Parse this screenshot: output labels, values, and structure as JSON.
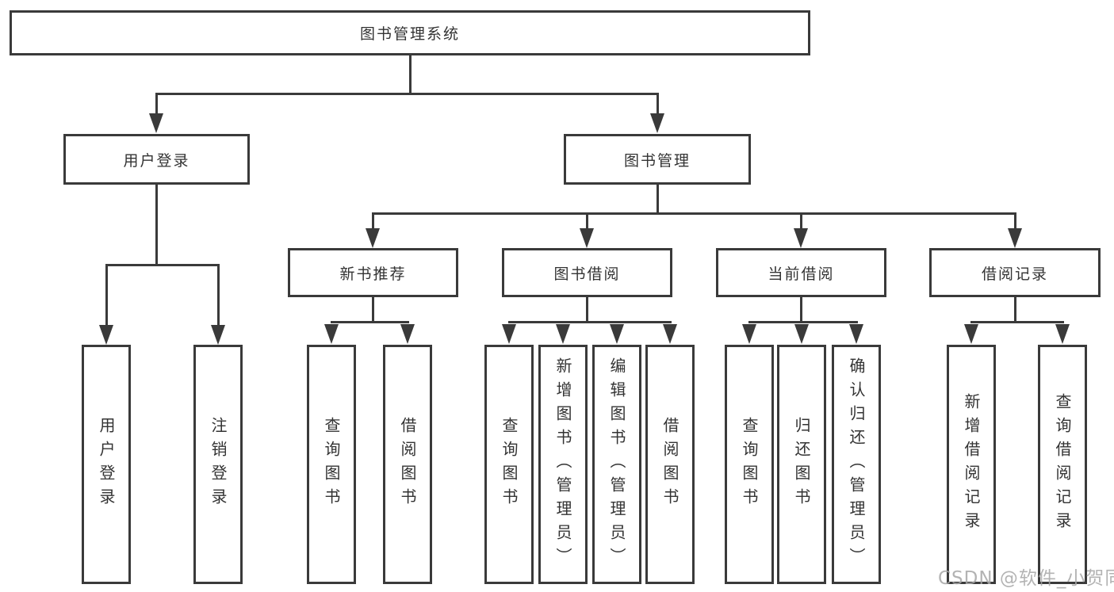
{
  "diagram_title": "图书管理系统",
  "watermark": {
    "text": "CSDN @软件_小贺同学"
  },
  "colors": {
    "line": "#3a3a3a",
    "text": "#333333",
    "background": "#ffffff",
    "watermark": "#a6a6a6"
  },
  "tree": {
    "label": "图书管理系统",
    "children": [
      {
        "label": "用户登录",
        "children": [
          {
            "label": "用户登录"
          },
          {
            "label": "注销登录"
          }
        ]
      },
      {
        "label": "图书管理",
        "children": [
          {
            "label": "新书推荐",
            "children": [
              {
                "label": "查询图书"
              },
              {
                "label": "借阅图书"
              }
            ]
          },
          {
            "label": "图书借阅",
            "children": [
              {
                "label": "查询图书"
              },
              {
                "label": "新增图书（管理员）"
              },
              {
                "label": "编辑图书（管理员）"
              },
              {
                "label": "借阅图书"
              }
            ]
          },
          {
            "label": "当前借阅",
            "children": [
              {
                "label": "查询图书"
              },
              {
                "label": "归还图书"
              },
              {
                "label": "确认归还（管理员）"
              }
            ]
          },
          {
            "label": "借阅记录",
            "children": [
              {
                "label": "新增借阅记录"
              },
              {
                "label": "查询借阅记录"
              }
            ]
          }
        ]
      }
    ]
  }
}
